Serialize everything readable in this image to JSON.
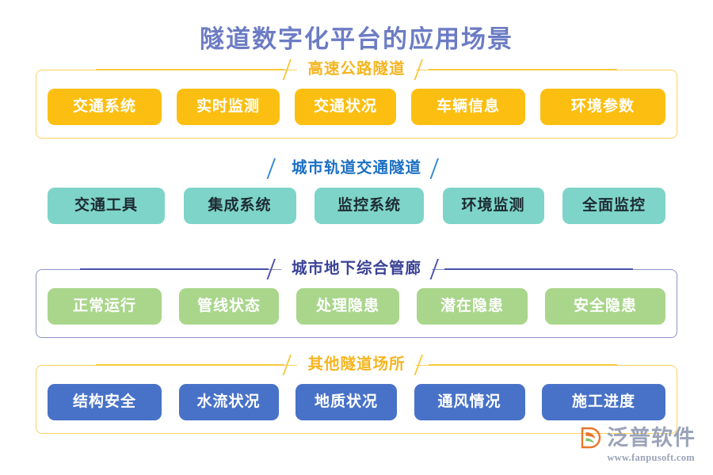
{
  "page": {
    "title": "隧道数字化平台的应用场景",
    "title_color": "#6c7cc4",
    "background": "#ffffff"
  },
  "sections": [
    {
      "id": "highway-tunnel",
      "label": "高速公路隧道",
      "theme": "amber",
      "frame": "amber",
      "rules": true,
      "chip_style": "amber",
      "chip_bg": "#fcbf11",
      "chip_text_color": "#ffffff",
      "items": [
        {
          "label": "交通系统",
          "width": 144
        },
        {
          "label": "实时监测",
          "width": 130
        },
        {
          "label": "交通状况",
          "width": 128
        },
        {
          "label": "车辆信息",
          "width": 144
        },
        {
          "label": "环境参数",
          "width": 158
        }
      ]
    },
    {
      "id": "urban-rail-transit-tunnel",
      "label": "城市轨道交通隧道",
      "theme": "sky",
      "frame": "none",
      "rules": false,
      "chip_style": "teal",
      "chip_bg": "#7ed4c9",
      "chip_text_color": "#1d2b33",
      "items": [
        {
          "label": "交通工具",
          "width": 148
        },
        {
          "label": "集成系统",
          "width": 142
        },
        {
          "label": "监控系统",
          "width": 138
        },
        {
          "label": "环境监测",
          "width": 128
        },
        {
          "label": "全面监控",
          "width": 130
        }
      ]
    },
    {
      "id": "urban-utility-tunnel",
      "label": "城市地下综合管廊",
      "theme": "indigo",
      "frame": "indigo",
      "rules": true,
      "chip_style": "green",
      "chip_bg": "#a9d68b",
      "chip_text_color": "#ffffff",
      "items": [
        {
          "label": "正常运行",
          "width": 144
        },
        {
          "label": "管线状态",
          "width": 126
        },
        {
          "label": "处理隐患",
          "width": 130
        },
        {
          "label": "潜在隐患",
          "width": 140
        },
        {
          "label": "安全隐患",
          "width": 152
        }
      ]
    },
    {
      "id": "other-tunnel-sites",
      "label": "其他隧道场所",
      "theme": "amber",
      "frame": "amber",
      "rules": true,
      "chip_style": "blue",
      "chip_bg": "#4872c8",
      "chip_text_color": "#ffffff",
      "items": [
        {
          "label": "结构安全",
          "width": 144
        },
        {
          "label": "水流状况",
          "width": 126
        },
        {
          "label": "地质状况",
          "width": 128
        },
        {
          "label": "通风情况",
          "width": 140
        },
        {
          "label": "施工进度",
          "width": 156
        }
      ]
    }
  ],
  "logo": {
    "brand": "泛普软件",
    "url": "www.fanpusoft.com",
    "mark_name": "fanpu-swoosh-icon",
    "mark_color": "#e8762a",
    "text_color": "#9aa3b8"
  }
}
